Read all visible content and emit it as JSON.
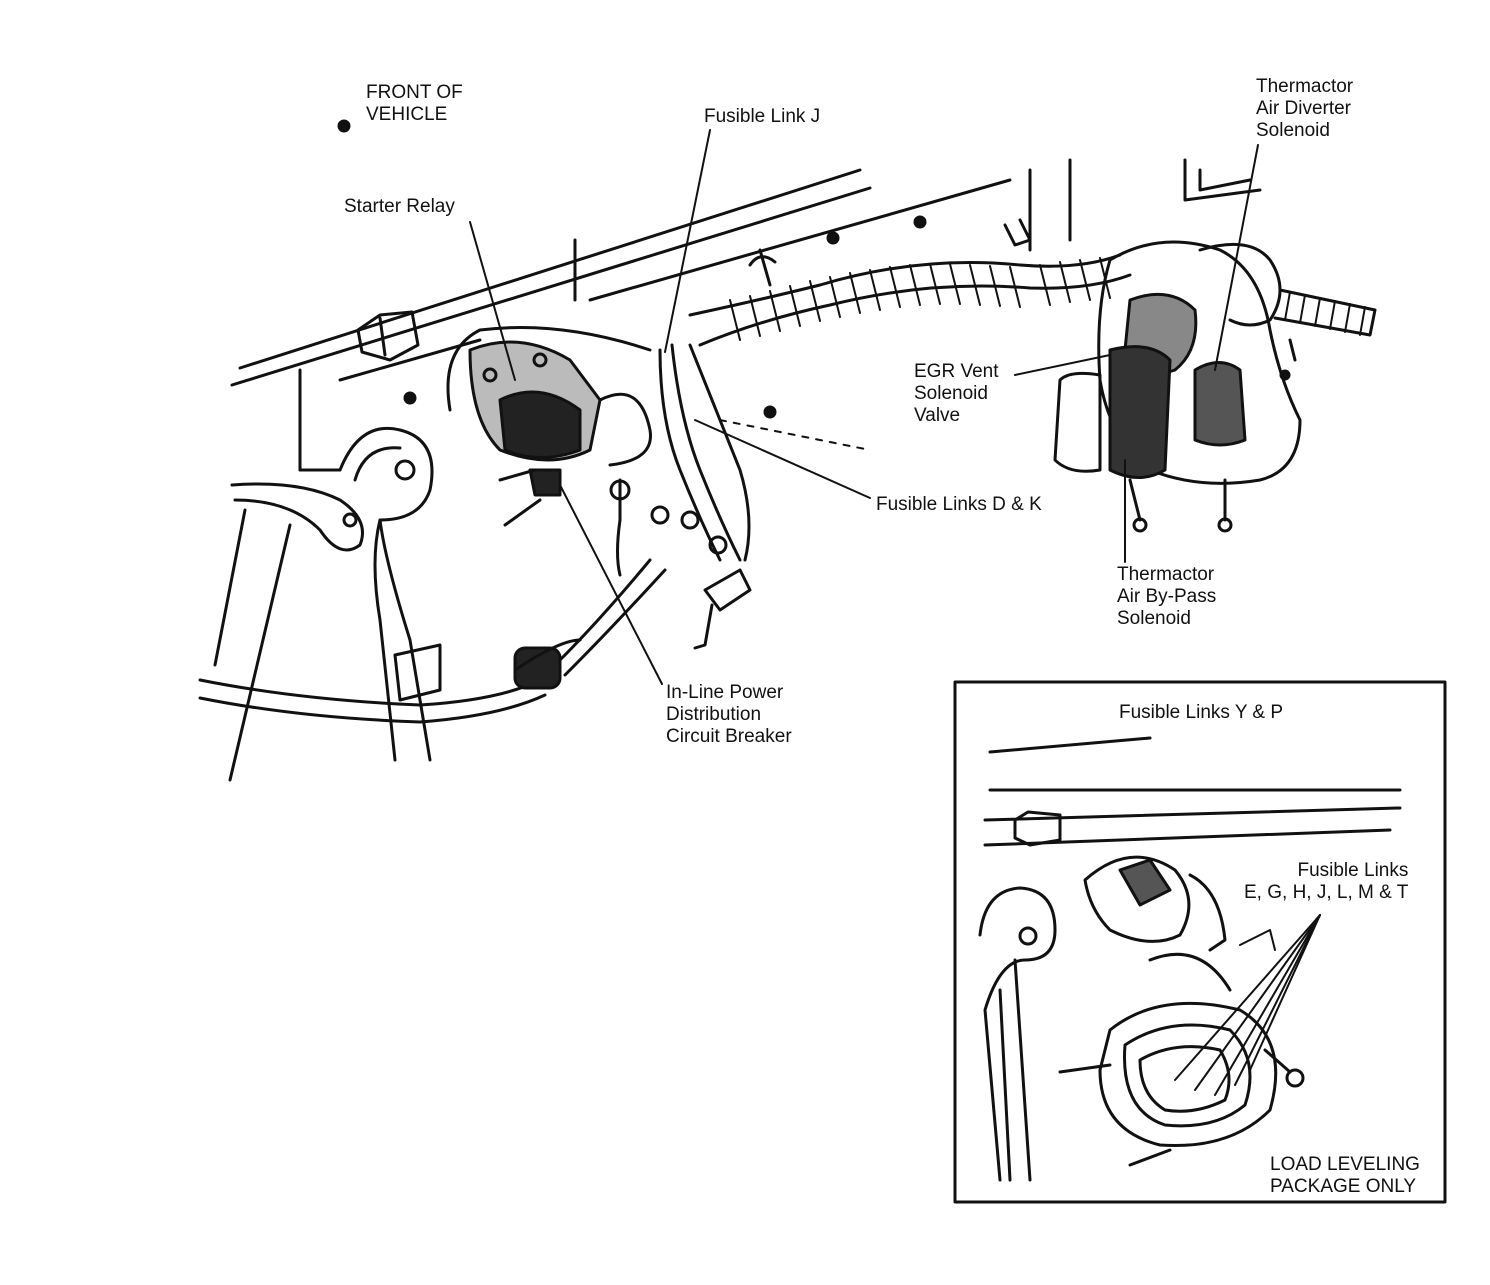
{
  "main_view": {
    "front_of_vehicle": [
      "FRONT OF",
      "VEHICLE"
    ],
    "starter_relay": "Starter Relay",
    "fusible_link_j": "Fusible Link J",
    "thermactor_air_diverter": [
      "Thermactor",
      "Air Diverter",
      "Solenoid"
    ],
    "egr_vent": [
      "EGR Vent",
      "Solenoid",
      "Valve"
    ],
    "fusible_links_dk": "Fusible Links D & K",
    "thermactor_air_bypass": [
      "Thermactor",
      "Air By-Pass",
      "Solenoid"
    ],
    "inline_power": [
      "In-Line Power",
      "Distribution",
      "Circuit Breaker"
    ]
  },
  "inset": {
    "fusible_links_yp": "Fusible Links Y & P",
    "fusible_links_list": [
      "Fusible Links",
      "E, G, H, J, L, M & T"
    ],
    "load_leveling": [
      "LOAD LEVELING",
      "PACKAGE ONLY"
    ]
  },
  "colors": {
    "ink": "#111111",
    "background": "#ffffff"
  }
}
